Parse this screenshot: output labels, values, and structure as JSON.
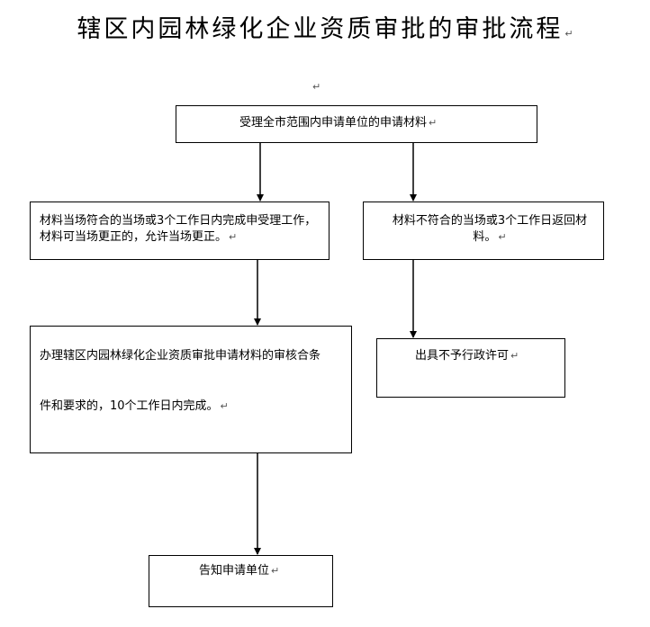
{
  "title": "辖区内园林绿化企业资质审批的审批流程",
  "paragraph_mark": "↵",
  "boxes": {
    "receive": "受理全市范围内申请单位的申请材料",
    "accept": "材料当场符合的当场或3个工作日内完成申受理工作，材料可当场更正的，允许当场更正。",
    "return": "材料不符合的当场或3个工作日返回材料。",
    "review_line1": "办理辖区内园林绿化企业资质审批申请材料的审核合条",
    "review_line2": "件和要求的，10个工作日内完成。",
    "deny": "出具不予行政许可",
    "notify": "告知申请单位"
  },
  "colors": {
    "line": "#000000",
    "background": "#ffffff"
  }
}
